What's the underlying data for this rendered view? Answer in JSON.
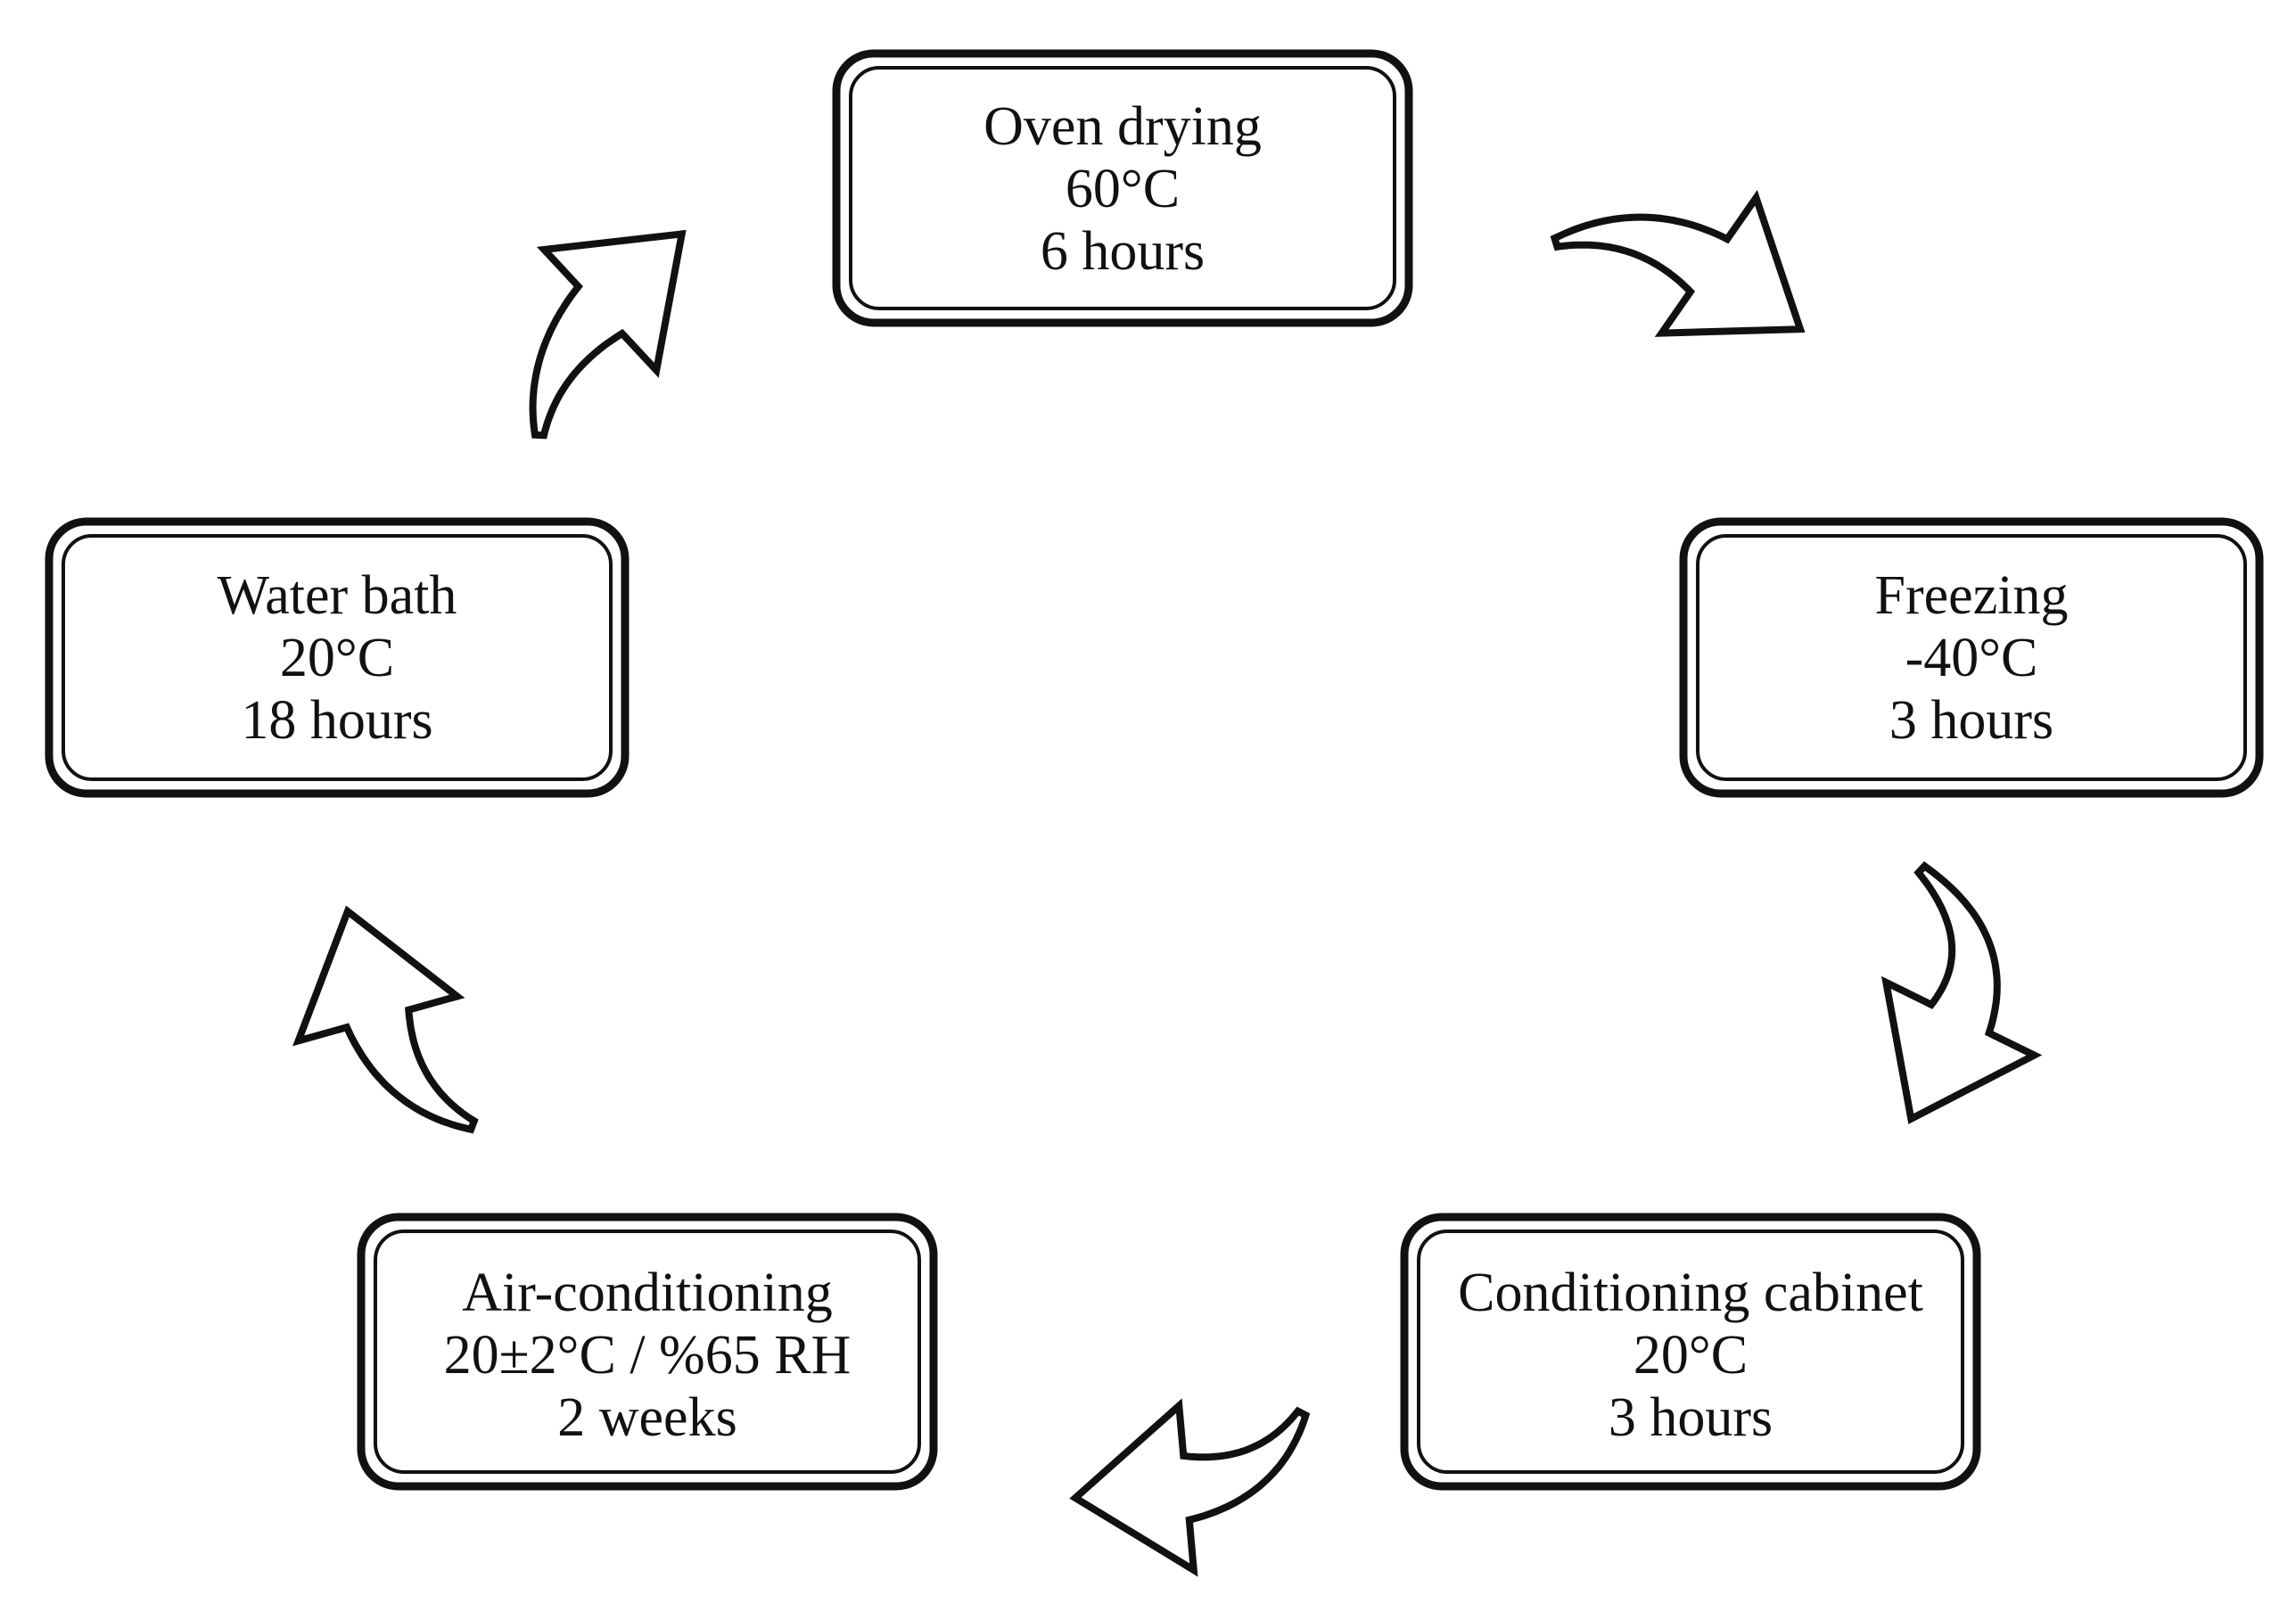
{
  "stages": [
    {
      "id": "oven-drying",
      "lines": [
        "Oven drying",
        "60°C",
        "6 hours"
      ]
    },
    {
      "id": "freezing",
      "lines": [
        "Freezing",
        "-40°C",
        "3 hours"
      ]
    },
    {
      "id": "conditioning-cabinet",
      "lines": [
        "Conditioning cabinet",
        "20°C",
        "3 hours"
      ]
    },
    {
      "id": "air-conditioning",
      "lines": [
        "Air-conditioning",
        "20±2°C / %65 RH",
        "2 weeks"
      ]
    },
    {
      "id": "water-bath",
      "lines": [
        "Water bath",
        "20°C",
        "18 hours"
      ]
    }
  ],
  "colors": {
    "stroke": "#111111",
    "fill": "#ffffff"
  }
}
